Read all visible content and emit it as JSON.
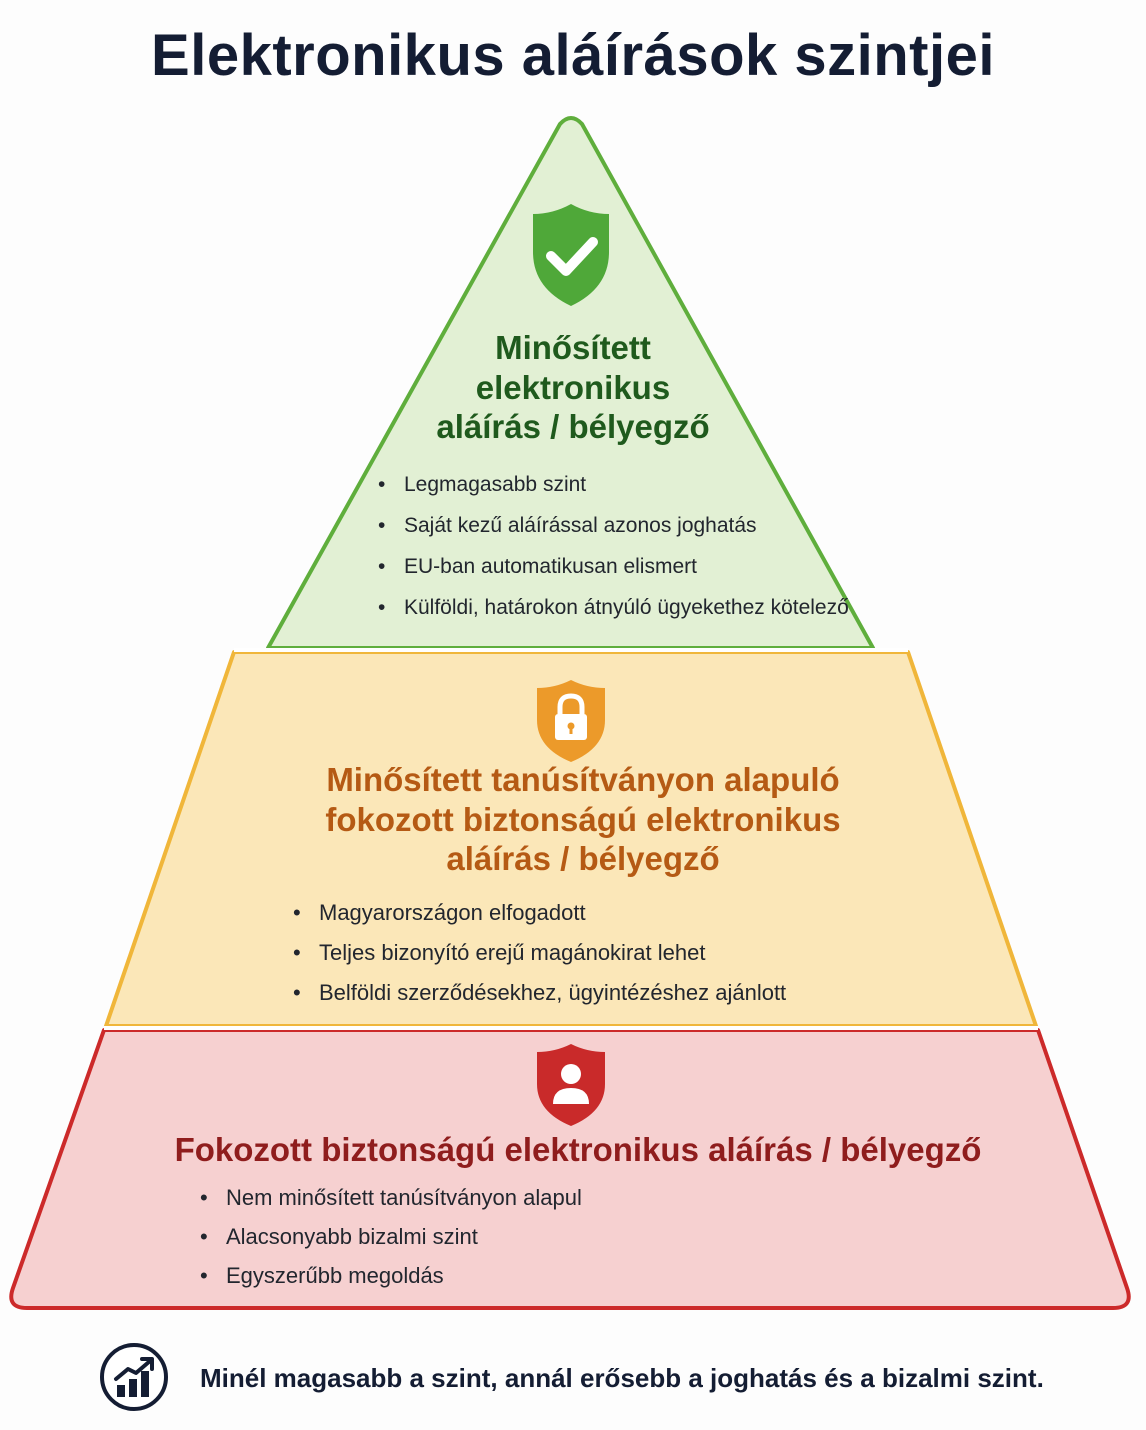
{
  "title": "Elektronikus aláírások szintjei",
  "colors": {
    "top_fill": "#e2f0d4",
    "top_border": "#5fae3c",
    "top_text": "#1f5a1d",
    "mid_fill": "#fbe7b8",
    "mid_border": "#f0b63a",
    "mid_text": "#b55a14",
    "bot_fill": "#f6d0d0",
    "bot_border": "#cc2a2a",
    "bot_text": "#8f1d1d",
    "title_text": "#141d33"
  },
  "tiers": [
    {
      "level": "top",
      "icon": "shield-check-icon",
      "title_lines": [
        "Minősített",
        "elektronikus",
        "aláírás / bélyegző"
      ],
      "bullets": [
        "Legmagasabb szint",
        "Saját kezű aláírással azonos joghatás",
        "EU-ban automatikusan elismert",
        "Külföldi, határokon átnyúló ügyekethez kötelező"
      ]
    },
    {
      "level": "middle",
      "icon": "shield-lock-icon",
      "title_lines": [
        "Minősített tanúsítványon alapuló",
        "fokozott biztonságú elektronikus",
        "aláírás / bélyegző"
      ],
      "bullets": [
        "Magyarországon elfogadott",
        "Teljes bizonyító erejű magánokirat lehet",
        "Belföldi szerződésekhez, ügyintézéshez ajánlott"
      ]
    },
    {
      "level": "bottom",
      "icon": "shield-user-icon",
      "title_lines": [
        "Fokozott biztonságú elektronikus aláírás / bélyegző"
      ],
      "bullets": [
        "Nem minősített tanúsítványon alapul",
        "Alacsonyabb bizalmi szint",
        "Egyszerűbb megoldás"
      ]
    }
  ],
  "footer": {
    "icon": "growth-chart-icon",
    "text": "Minél magasabb a szint, annál erősebb a joghatás és a bizalmi szint."
  }
}
